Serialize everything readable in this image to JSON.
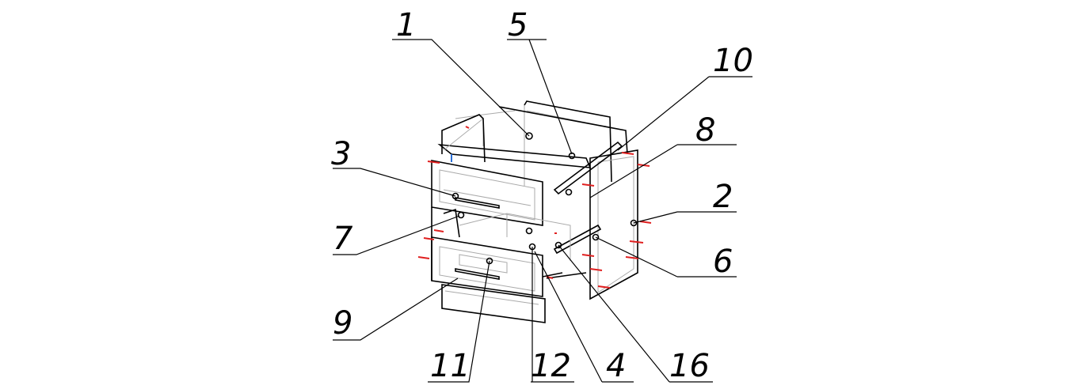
{
  "title": "Exploded assembly drawing of a drawer cabinet",
  "callouts": [
    "1",
    "5",
    "10",
    "8",
    "3",
    "2",
    "7",
    "6",
    "9",
    "11",
    "12",
    "4",
    "16"
  ],
  "colors": {
    "lines": "#000000",
    "hidden": "#aaaaaa",
    "fasteners": "#e02020",
    "accent": "#2a6fd6"
  }
}
